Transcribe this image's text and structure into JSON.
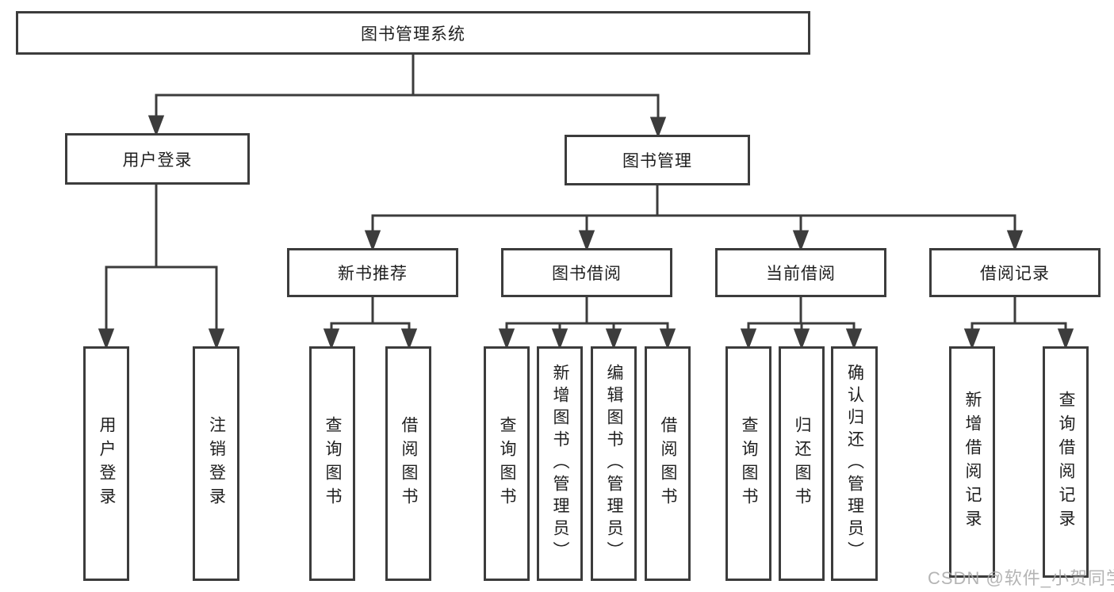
{
  "diagram": {
    "type": "tree",
    "orientation": "top-down",
    "colors": {
      "line": "#3c3c3c",
      "box_border": "#3c3c3c",
      "box_fill": "#ffffff",
      "text": "#1f1f1f",
      "background": "#ffffff",
      "watermark": "#aaaaaa"
    },
    "tree": {
      "root": {
        "label": "图书管理系统",
        "children": [
          {
            "label": "用户登录",
            "children": [
              {
                "label": "用户登录"
              },
              {
                "label": "注销登录"
              }
            ]
          },
          {
            "label": "图书管理",
            "children": [
              {
                "label": "新书推荐",
                "children": [
                  {
                    "label": "查询图书"
                  },
                  {
                    "label": "借阅图书"
                  }
                ]
              },
              {
                "label": "图书借阅",
                "children": [
                  {
                    "label": "查询图书"
                  },
                  {
                    "label": "新增图书（管理员）"
                  },
                  {
                    "label": "编辑图书（管理员）"
                  },
                  {
                    "label": "借阅图书"
                  }
                ]
              },
              {
                "label": "当前借阅",
                "children": [
                  {
                    "label": "查询图书"
                  },
                  {
                    "label": "归还图书"
                  },
                  {
                    "label": "确认归还（管理员）"
                  }
                ]
              },
              {
                "label": "借阅记录",
                "children": [
                  {
                    "label": "新增借阅记录"
                  },
                  {
                    "label": "查询借阅记录"
                  }
                ]
              }
            ]
          }
        ]
      }
    }
  },
  "watermark": {
    "text": "CSDN @软件_小贺同学"
  }
}
